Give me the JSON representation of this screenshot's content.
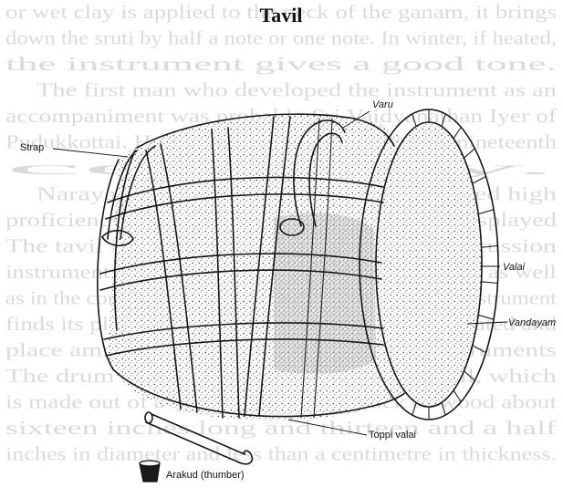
{
  "figure": {
    "title": "Tavil",
    "labels": {
      "varu": "Varu",
      "strap": "Strap",
      "valai": "Valai",
      "vandayam": "Vandayam",
      "toppi_valai": "Toppi valai",
      "arakud": "Arakud (thumber)"
    }
  },
  "background_text": [
    "or wet clay is applied to the neck of the ganam, it brings",
    "down the sruti by half a note or one note. In winter, if heated,",
    "the instrument gives a good tone.",
    "The first man who developed the instrument as an",
    "accompaniment was probably Sri Vaidyanathan Iyer of",
    "Pudukkottai. He flourished in the latter half of nineteenth",
    "century.",
    "Narayana Swamy Appa who had acquired high",
    "proficiency in playing this instrument, also displayed",
    "The tavil is a South Indian drum. It is a percussion",
    "instrument. It is commonly used in temple music as well",
    "as in the concert music with the nadaswaram. The instrument",
    "finds its place among the Kerala. It is thickly coated and",
    "place among the traditional percussion instruments",
    "The drum consists of a barrel shaped shell, which",
    "is made out of a single cylindrical block of wood about",
    "sixteen inches long and thirteen and a half",
    "inches in diameter and less than a centimetre in thickness."
  ]
}
